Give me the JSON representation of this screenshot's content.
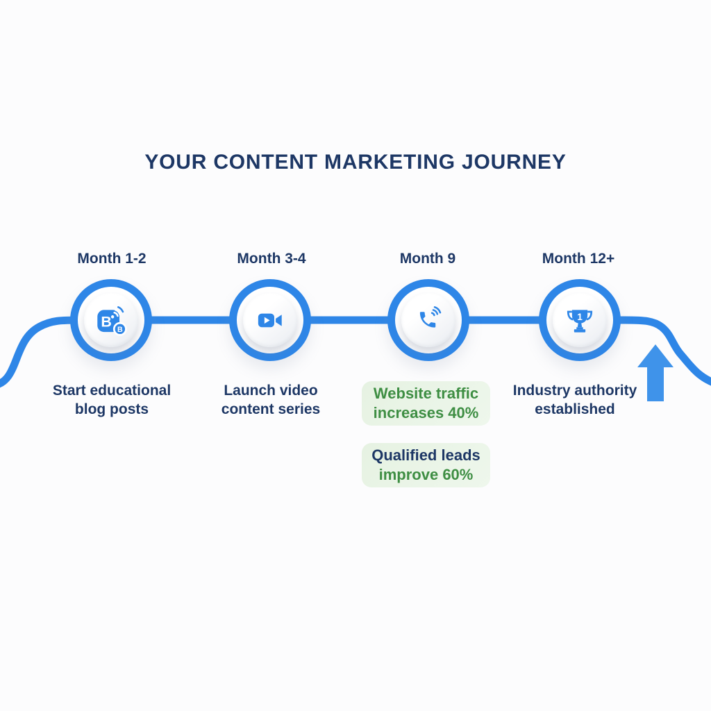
{
  "title": "YOUR CONTENT MARKETING JOURNEY",
  "colors": {
    "accent_blue": "#2e86e7",
    "arrow_blue": "#3f93ea",
    "heading_navy": "#1d3765",
    "success_green": "#3e8e43",
    "badge_background": "#e9f4e6"
  },
  "timeline": {
    "milestones": [
      {
        "month": "Month 1-2",
        "icon": "blog-broadcast-icon",
        "label_line1": "Start educational",
        "label_line2": "blog posts"
      },
      {
        "month": "Month 3-4",
        "icon": "video-camera-icon",
        "label_line1": "Launch video",
        "label_line2": "content series"
      },
      {
        "month": "Month 9",
        "icon": "phone-call-icon",
        "label_line1": "",
        "label_line2": ""
      },
      {
        "month": "Month 12+",
        "icon": "trophy-icon",
        "label_line1": "Industry authority",
        "label_line2": "established"
      }
    ],
    "badges": [
      {
        "line1": "Website traffic",
        "line2": "increases 40%"
      },
      {
        "line1": "Qualified leads",
        "line2": "improve 60%"
      }
    ],
    "icon_letters": {
      "blog_main": "B",
      "blog_badge": "B",
      "trophy_rank": "1"
    }
  }
}
